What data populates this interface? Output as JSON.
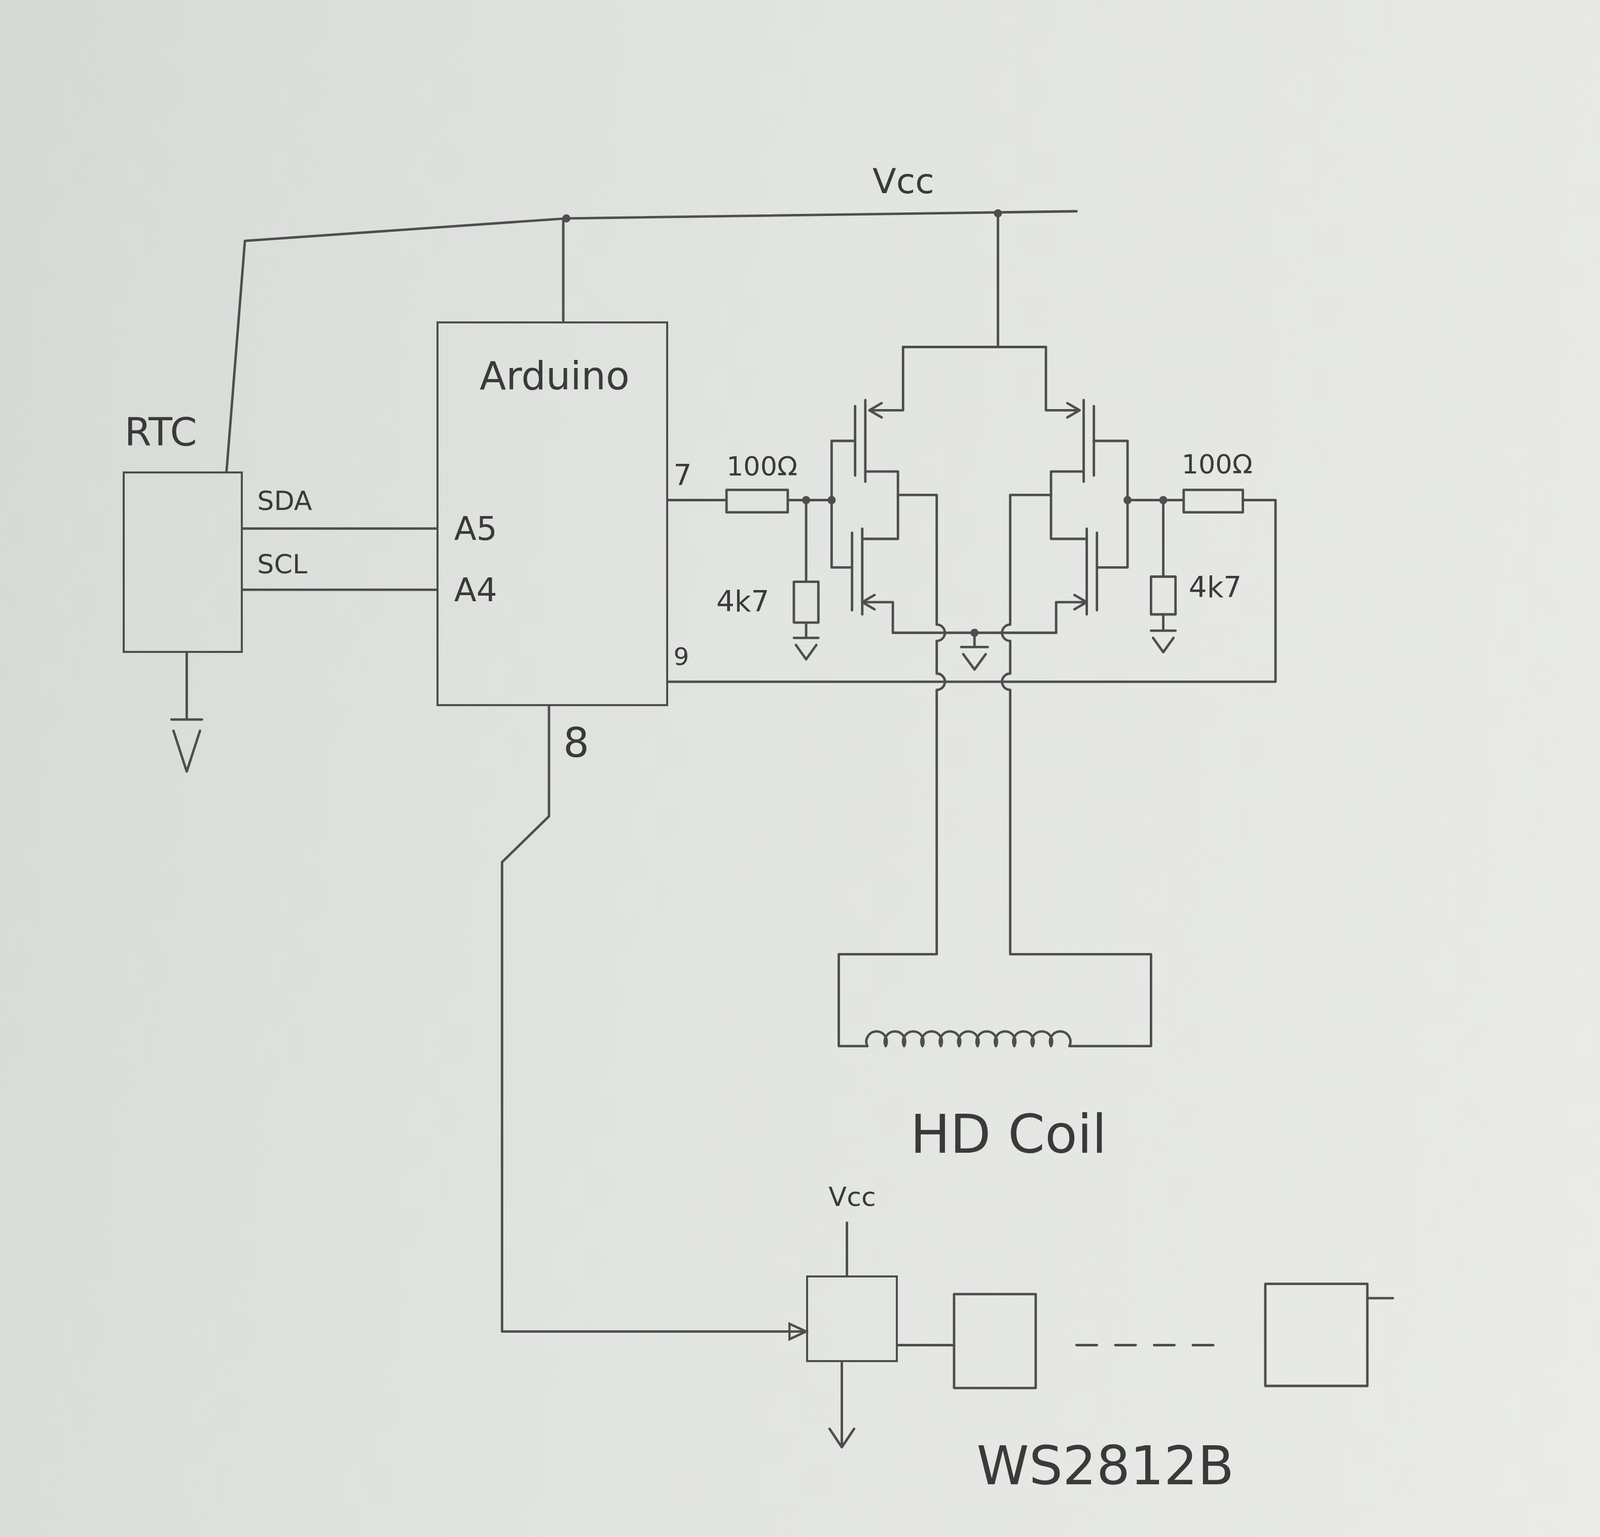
{
  "diagram": {
    "nodes": [
      {
        "text": [
          "RTC"
        ]
      },
      {
        "text": [
          "Arduino"
        ]
      },
      {
        "text": [
          "HD Coil"
        ]
      },
      {
        "text": [
          "WS2812B"
        ]
      }
    ],
    "edges": [
      {
        "from": 0,
        "to": 1,
        "label": "SDA",
        "arrow": "none"
      },
      {
        "from": 0,
        "to": 1,
        "label": "SCL",
        "arrow": "none"
      },
      {
        "from": 1,
        "to": 3,
        "arrow": "to"
      }
    ],
    "labels": [
      "Vcc",
      "7",
      "100Ω",
      "100Ω",
      "A5",
      "A4",
      "4k7",
      "4k7",
      "9",
      "8",
      "Vcc"
    ]
  }
}
